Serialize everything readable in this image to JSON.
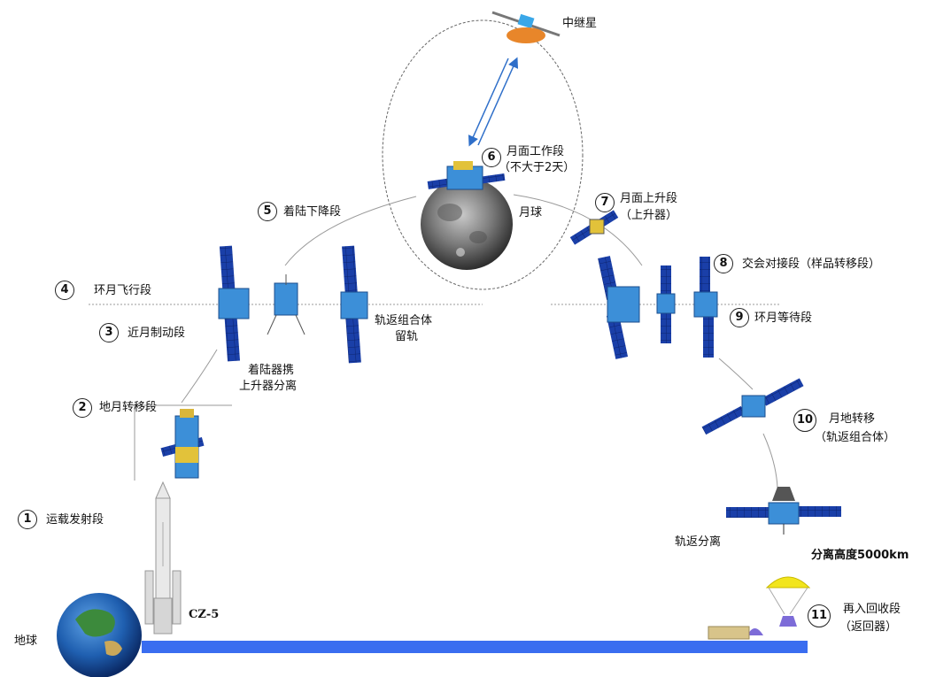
{
  "stages": [
    {
      "num": "1",
      "label": "运载发射段"
    },
    {
      "num": "2",
      "label": "地月转移段"
    },
    {
      "num": "3",
      "label": "近月制动段"
    },
    {
      "num": "4",
      "label": "环月飞行段"
    },
    {
      "num": "5",
      "label": "着陆下降段"
    },
    {
      "num": "6",
      "label": "月面工作段",
      "sub": "（不大于2天）"
    },
    {
      "num": "7",
      "label": "月面上升段",
      "sub": "（上升器）"
    },
    {
      "num": "8",
      "label": "交会对接段（样品转移段）"
    },
    {
      "num": "9",
      "label": "环月等待段"
    },
    {
      "num": "10",
      "label": "月地转移",
      "sub": "（轨返组合体）"
    },
    {
      "num": "11",
      "label": "再入回收段",
      "sub": "（返回器）"
    }
  ],
  "annotations": {
    "relay": "中继星",
    "moon": "月球",
    "earth": "地球",
    "rocket": "CZ-5",
    "orbiter_stay_1": "轨返组合体",
    "orbiter_stay_2": "留轨",
    "lander_sep_1": "着陆器携",
    "lander_sep_2": "上升器分离",
    "orbiter_sep": "轨返分离",
    "sep_altitude": "分离高度5000km"
  },
  "colors": {
    "panel": "#1a3fa8",
    "ground": "#3a6df0",
    "parachute": "#f2e51c",
    "body": "#3c8fd8"
  },
  "icons": [
    "relay-satellite-icon",
    "moon-icon",
    "earth-icon",
    "rocket-icon",
    "spacecraft-icon",
    "parachute-icon",
    "capsule-icon"
  ]
}
